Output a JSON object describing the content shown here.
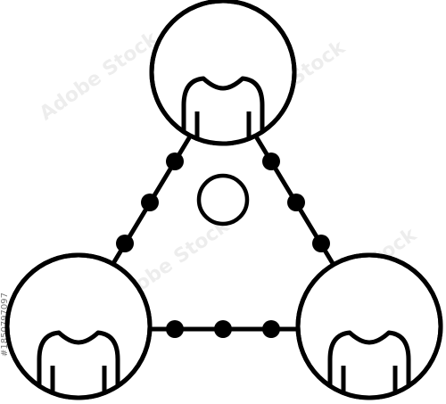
{
  "image": {
    "watermark_text": "Adobe Stock",
    "side_id_text": "#1850797097"
  },
  "icon": {
    "name": "team-network-icon",
    "stroke_color": "#000000",
    "fill_color": "#ffffff",
    "person_count": 3,
    "connector_dot_count_per_side": 3
  }
}
